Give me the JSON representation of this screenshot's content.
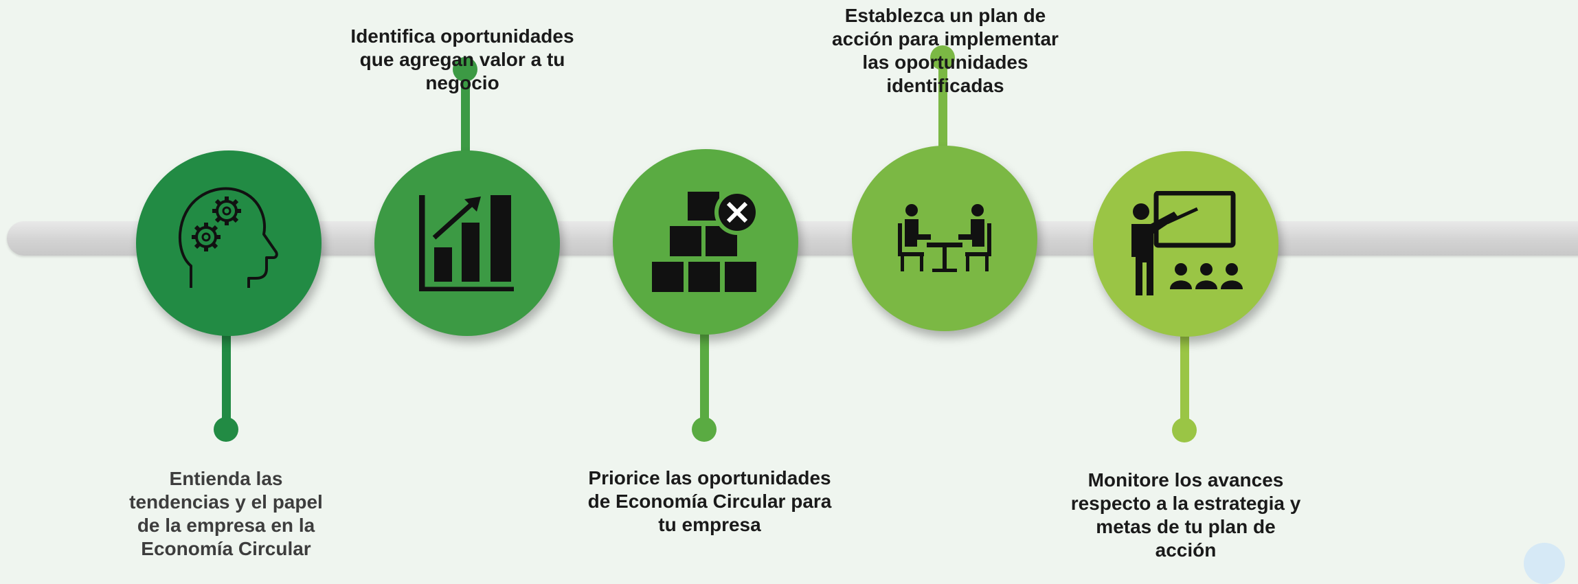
{
  "timeline": {
    "steps": [
      {
        "label": "Entienda las\ntendencias y el papel\nde la empresa en la\nEconomía Circular",
        "color": "#228b44",
        "icon": "head-gears-icon"
      },
      {
        "label": "Identifica oportunidades\nque agregan valor a tu\nnegocio",
        "color": "#3c9a44",
        "icon": "growth-chart-icon"
      },
      {
        "label": "Priorice las oportunidades\nde Economía Circular para\ntu empresa",
        "color": "#5aab42",
        "icon": "boxes-x-icon"
      },
      {
        "label": "Establezca un plan de\nacción para implementar\nlas oportunidades\nidentificadas",
        "color": "#7bb844",
        "icon": "meeting-icon"
      },
      {
        "label": "Monitore los avances\nrespecto a la estrategia y\nmetas de tu plan de\nacción",
        "color": "#9ac545",
        "icon": "presentation-icon"
      }
    ]
  }
}
